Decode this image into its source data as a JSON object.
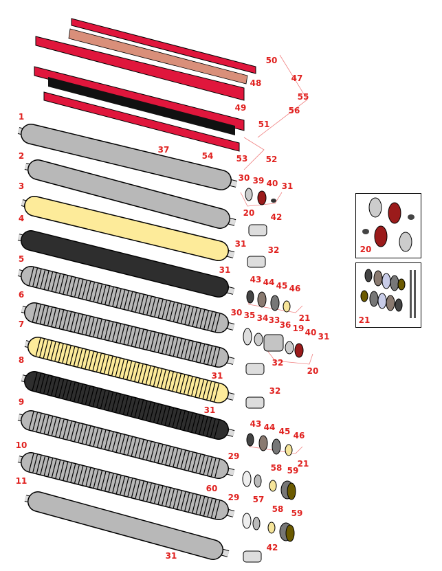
{
  "diagram": {
    "callouts": [
      "50",
      "47",
      "48",
      "55",
      "49",
      "56",
      "51",
      "1",
      "37",
      "54",
      "53",
      "52",
      "2",
      "30",
      "39",
      "40",
      "31",
      "20",
      "3",
      "42",
      "4",
      "31",
      "32",
      "31",
      "5",
      "43",
      "44",
      "45",
      "46",
      "6",
      "21",
      "30",
      "35",
      "34",
      "33",
      "36",
      "19",
      "40",
      "31",
      "7",
      "32",
      "20",
      "31",
      "8",
      "32",
      "31",
      "9",
      "43",
      "44",
      "45",
      "46",
      "21",
      "10",
      "29",
      "58",
      "59",
      "60",
      "57",
      "29",
      "11",
      "58",
      "59",
      "31",
      "42"
    ],
    "insets": [
      {
        "label": "20"
      },
      {
        "label": "21"
      }
    ],
    "colors": {
      "callout": "#e0211f",
      "bar": "#e0163c",
      "roller_gray": "#b8b8b8",
      "roller_yellow": "#fdeb9a",
      "roller_black": "#2e2e2e",
      "leader": "#f08080"
    }
  }
}
